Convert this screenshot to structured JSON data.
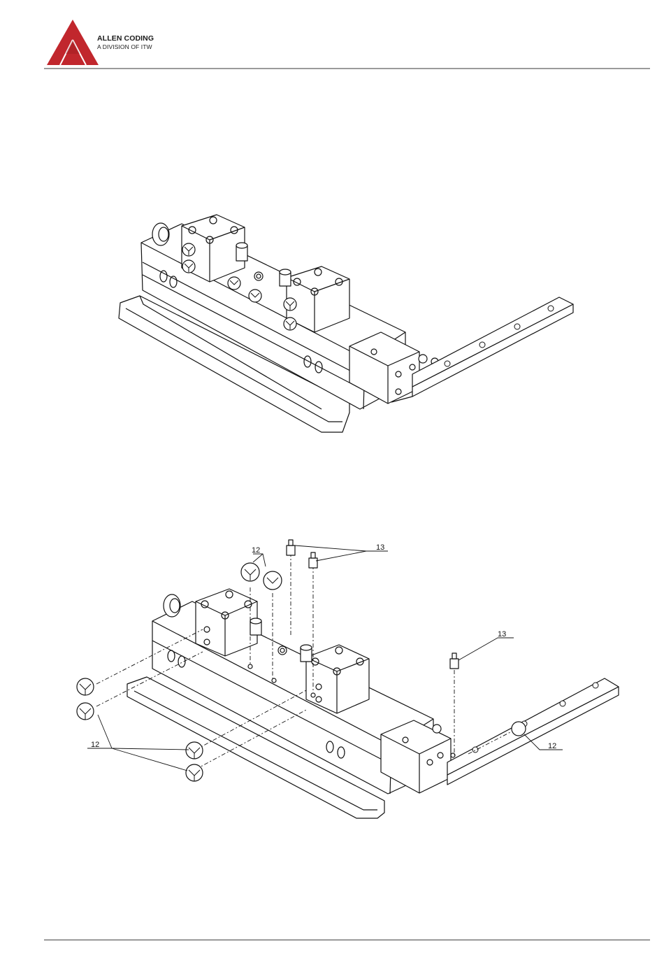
{
  "header": {
    "brand_name": "ALLEN CODING",
    "brand_sub": "A DIVISION OF ITW",
    "logo_color": "#c1272d"
  },
  "figure_bottom": {
    "callouts": {
      "c12_top": "12",
      "c13_top": "13",
      "c13_right": "13",
      "c12_left": "12",
      "c12_right": "12"
    }
  }
}
